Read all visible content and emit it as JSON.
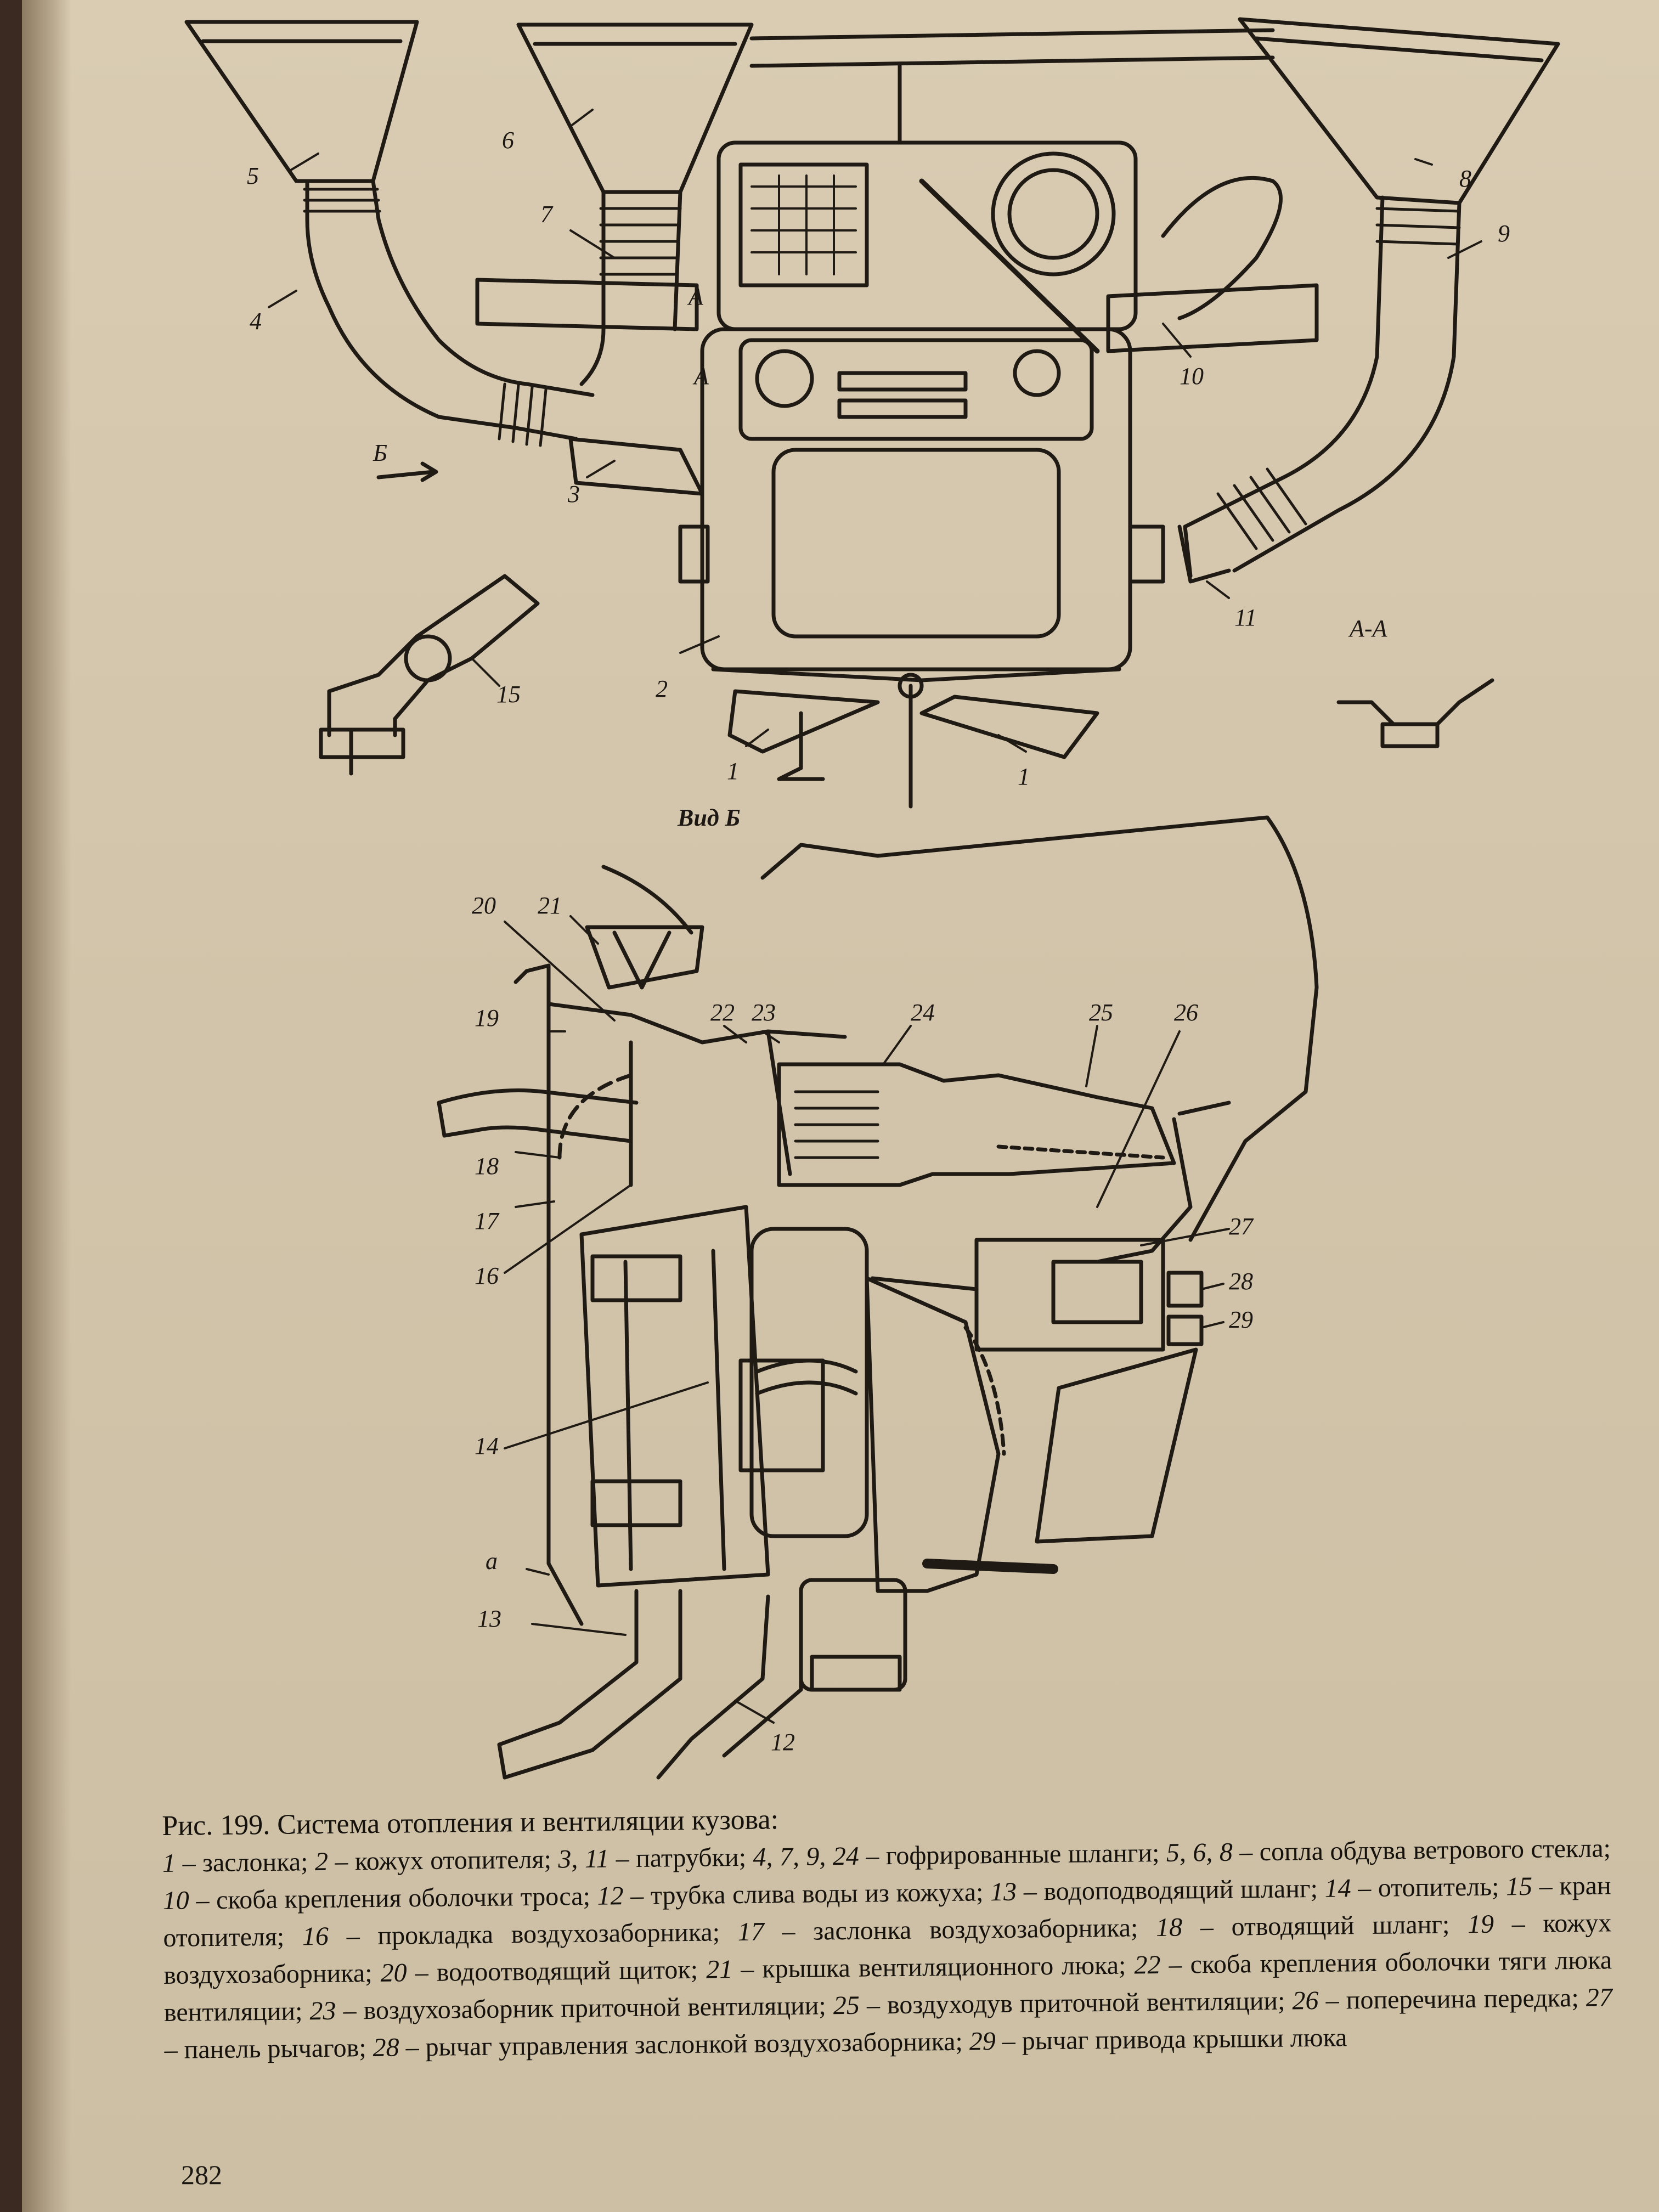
{
  "figure": {
    "section_labels": {
      "view": "Вид Б",
      "section": "А-А",
      "arrow_b": "Б",
      "mark_a": "А",
      "mark_a_lower": "а"
    },
    "callouts_top": [
      "1",
      "1",
      "2",
      "3",
      "4",
      "5",
      "6",
      "7",
      "8",
      "9",
      "10",
      "11",
      "15"
    ],
    "callouts_bottom": [
      "12",
      "13",
      "14",
      "16",
      "17",
      "18",
      "19",
      "20",
      "21",
      "22",
      "23",
      "24",
      "25",
      "26",
      "27",
      "28",
      "29"
    ]
  },
  "caption": {
    "title": "Рис. 199. Система отопления и вентиляции кузова:",
    "items": [
      {
        "n": "1",
        "t": "заслонка;"
      },
      {
        "n": "2",
        "t": "кожух отопителя;"
      },
      {
        "n": "3, 11",
        "t": "патрубки;"
      },
      {
        "n": "4, 7, 9, 24",
        "t": "гофрированные шланги;"
      },
      {
        "n": "5, 6, 8",
        "t": "сопла обдува ветрового стекла;"
      },
      {
        "n": "10",
        "t": "скоба крепления оболочки троса;"
      },
      {
        "n": "12",
        "t": "трубка слива воды из кожуха;"
      },
      {
        "n": "13",
        "t": "водоподводящий шланг;"
      },
      {
        "n": "14",
        "t": "отопитель;"
      },
      {
        "n": "15",
        "t": "кран отопителя;"
      },
      {
        "n": "16",
        "t": "прокладка воздухозаборника;"
      },
      {
        "n": "17",
        "t": "заслонка воздухозаборника;"
      },
      {
        "n": "18",
        "t": "отводящий шланг;"
      },
      {
        "n": "19",
        "t": "кожух воздухозаборника;"
      },
      {
        "n": "20",
        "t": "водоотводящий щиток;"
      },
      {
        "n": "21",
        "t": "крышка вентиляционного люка;"
      },
      {
        "n": "22",
        "t": "скоба крепления оболочки тяги люка вентиляции;"
      },
      {
        "n": "23",
        "t": "воздухозаборник приточной вентиляции;"
      },
      {
        "n": "25",
        "t": "воздуходув приточной вентиляции;"
      },
      {
        "n": "26",
        "t": "поперечина передка;"
      },
      {
        "n": "27",
        "t": "панель рычагов;"
      },
      {
        "n": "28",
        "t": "рычаг управления заслонкой воздухозаборника;"
      },
      {
        "n": "29",
        "t": "рычаг привода крышки люка"
      }
    ]
  },
  "page_number": "282"
}
